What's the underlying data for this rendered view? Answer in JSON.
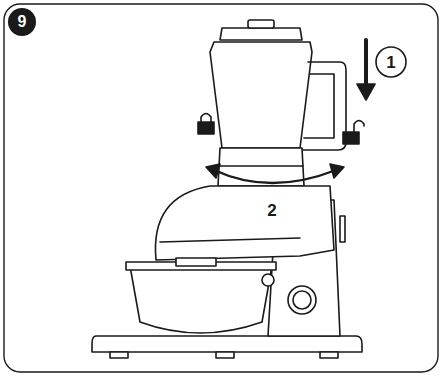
{
  "diagram": {
    "labels": [
      "9",
      "1",
      "2"
    ]
  }
}
